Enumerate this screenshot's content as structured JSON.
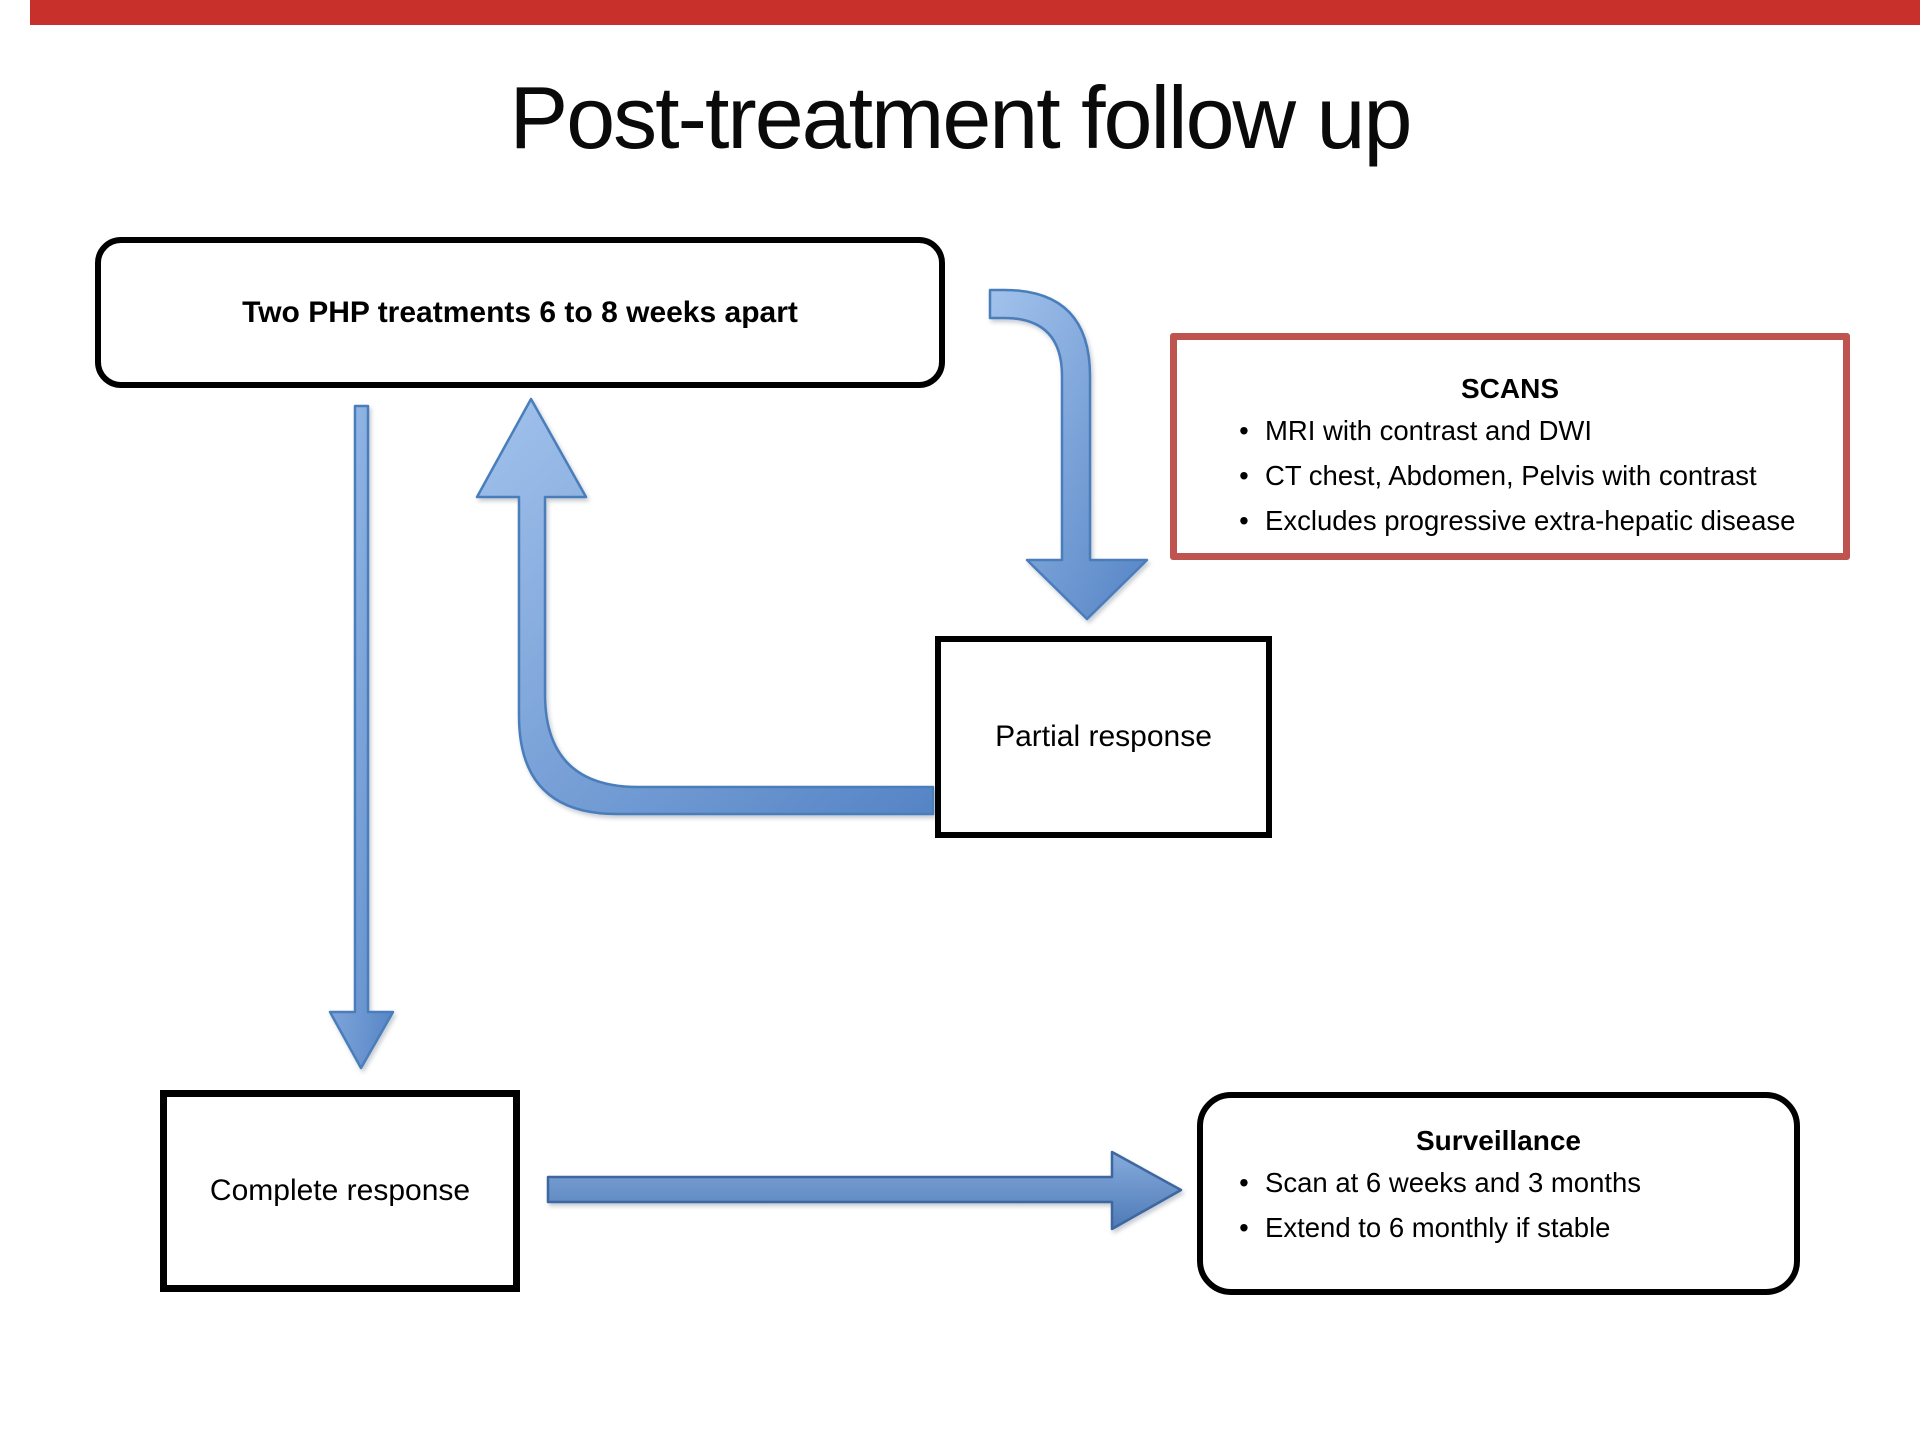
{
  "title": "Post-treatment follow up",
  "bullet_char": "•",
  "top_bar": {
    "color": "#c7302b"
  },
  "boxes": {
    "treatment": {
      "label": "Two PHP treatments 6 to 8 weeks apart"
    },
    "scans": {
      "title": "SCANS",
      "items": [
        "MRI with contrast and DWI",
        "CT chest, Abdomen, Pelvis with contrast",
        "Excludes progressive extra-hepatic disease"
      ],
      "border_color": "#bf5350"
    },
    "partial": {
      "label": "Partial response"
    },
    "complete": {
      "label": "Complete response"
    },
    "surveillance": {
      "title": "Surveillance",
      "items": [
        "Scan at 6 weeks and 3 months",
        "Extend to 6 monthly if stable"
      ]
    }
  },
  "arrows": [
    {
      "name": "treatment-to-partial",
      "direction": "right-then-down"
    },
    {
      "name": "partial-to-treatment",
      "direction": "left-then-up"
    },
    {
      "name": "treatment-to-complete",
      "direction": "down"
    },
    {
      "name": "complete-to-surveillance",
      "direction": "right"
    }
  ],
  "colors": {
    "arrow_fill_light": "#a2c2ec",
    "arrow_fill_dark": "#5584c5",
    "arrow_stroke": "#4a7ebb",
    "straight_arrow_fill_light": "#86abdd",
    "straight_arrow_fill_dark": "#4e7ab6",
    "straight_arrow_stroke": "#3d679e",
    "scans_border": "#bf5350",
    "node_border": "#000000",
    "background": "#ffffff"
  }
}
